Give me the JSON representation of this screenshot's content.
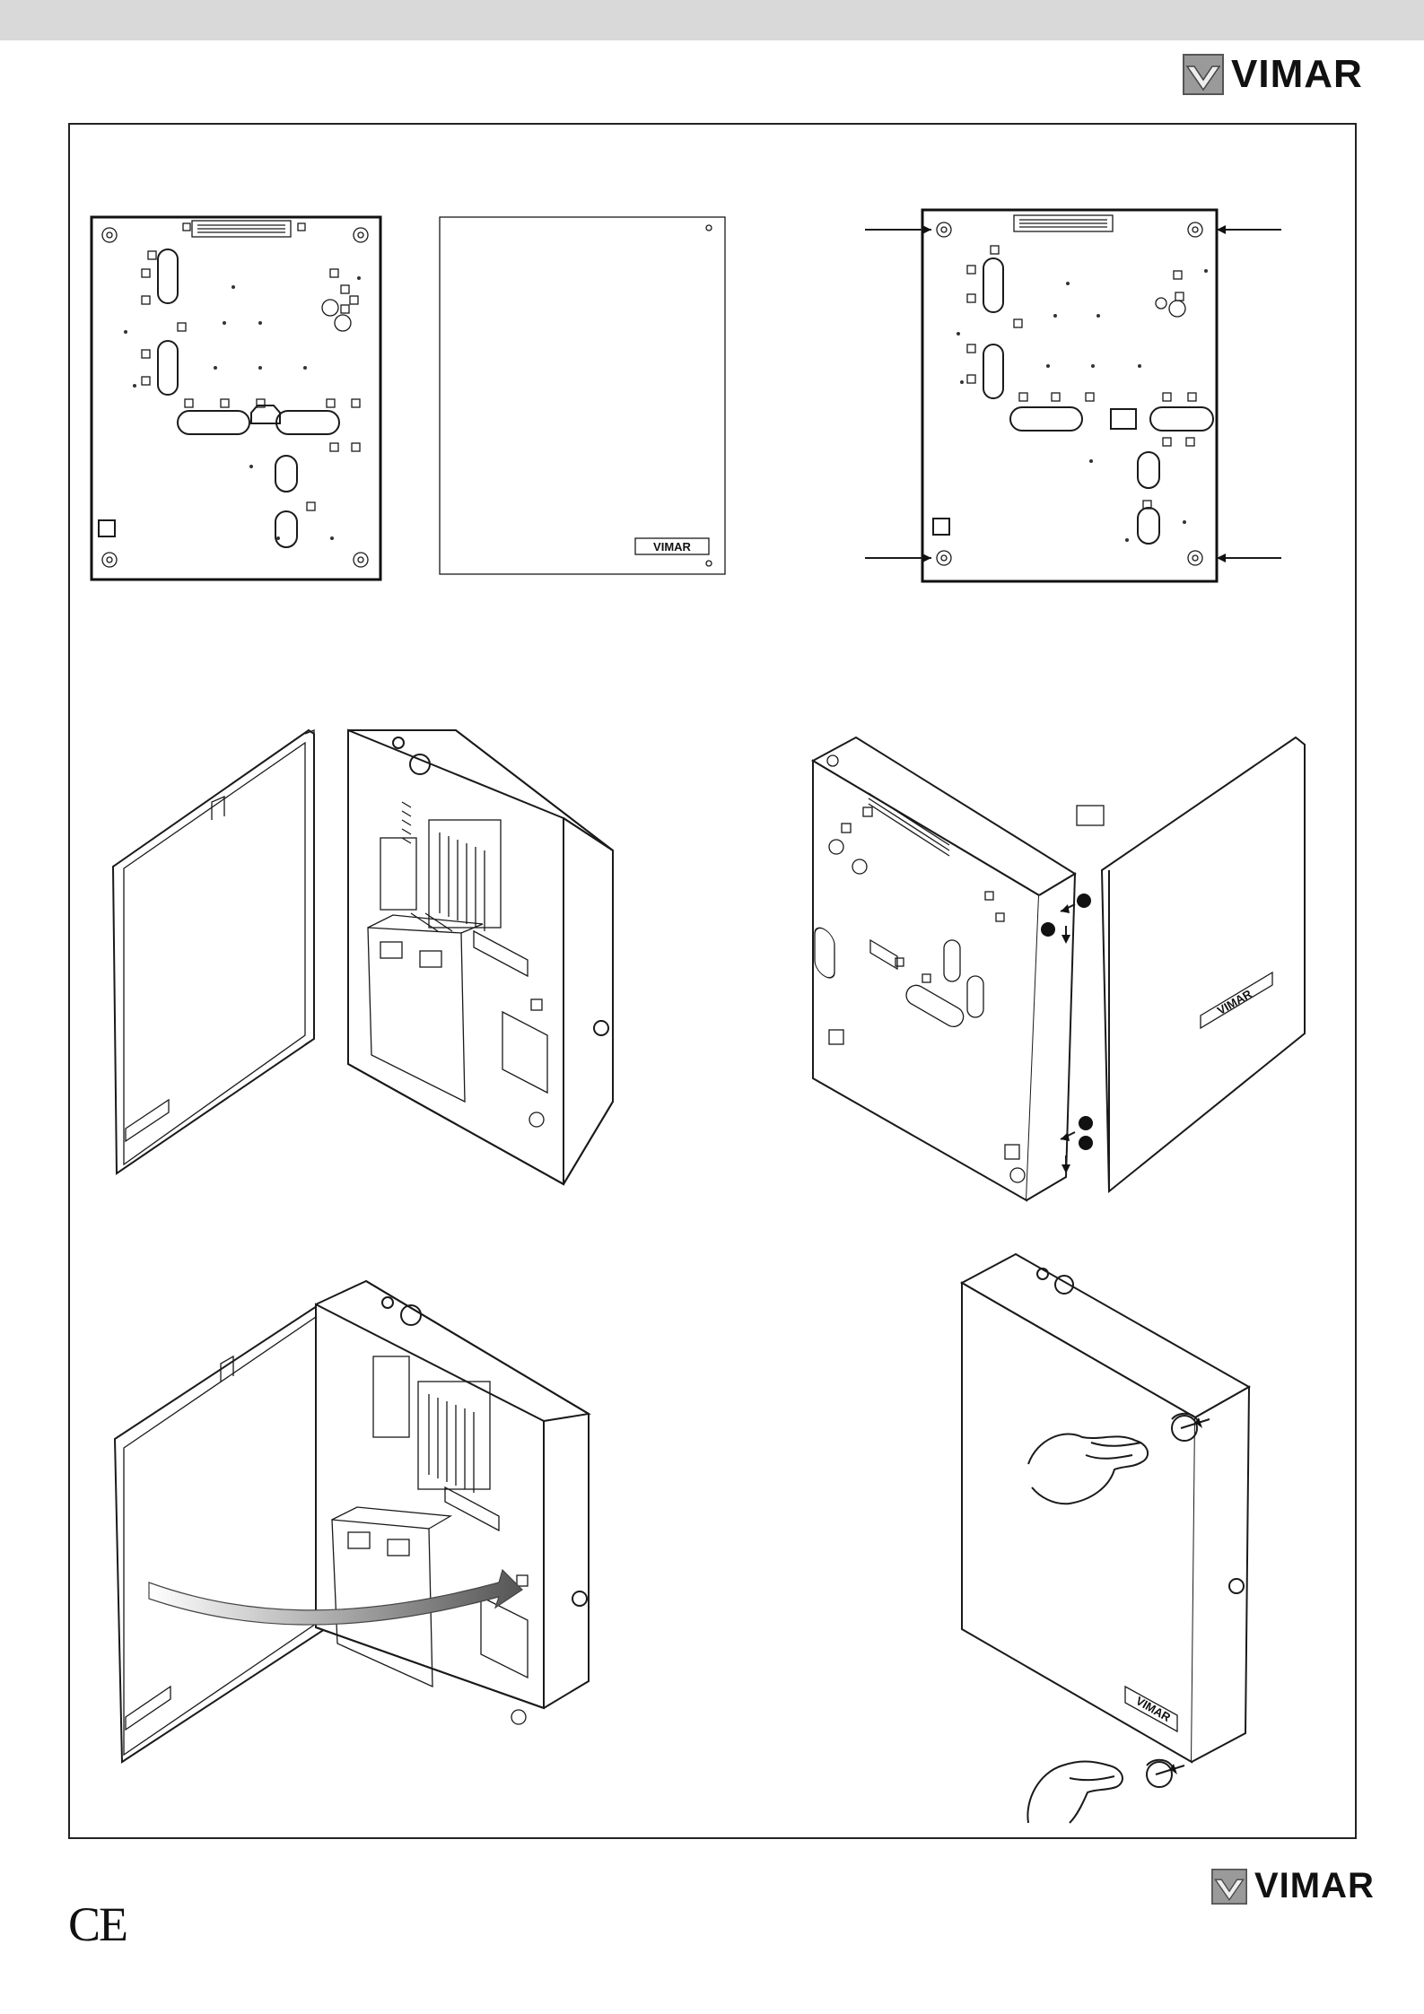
{
  "brand": {
    "name": "VIMAR",
    "cover_label": "VIMAR"
  },
  "certification": "CE",
  "icons": {
    "brand_mark": "vimar-check-mark-icon",
    "arrow": "arrow-icon",
    "screw": "screw-icon",
    "rotation": "rotation-arrow-icon",
    "hand": "hand-icon"
  },
  "colors": {
    "band": "#d9d9d9",
    "line": "#1a1a1a",
    "arrow_grad_start": "#ffffff",
    "arrow_grad_end": "#555555"
  }
}
